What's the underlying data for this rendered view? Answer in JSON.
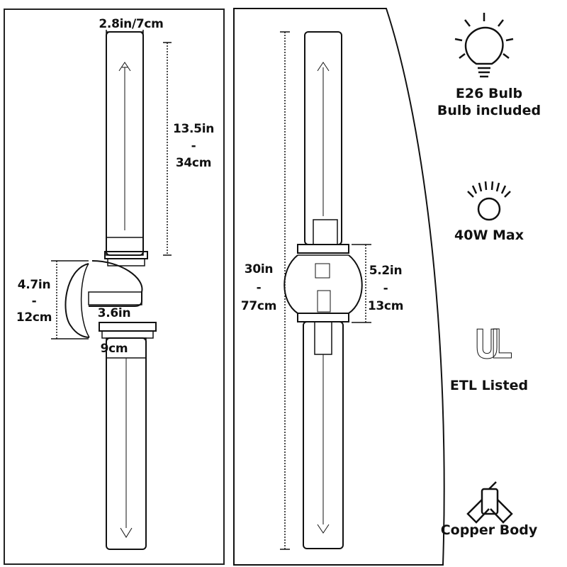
{
  "dimensions": {
    "width_top": "2.8in/7cm",
    "tube_height_in": "13.5in",
    "tube_height_dash": "-",
    "tube_height_cm": "34cm",
    "backplate_in": "4.7in",
    "backplate_dash": "-",
    "backplate_cm": "12cm",
    "extension_in": "3.6in",
    "extension_cm": "9cm",
    "total_in": "30in",
    "total_dash": "-",
    "total_cm": "77cm",
    "center_in": "5.2in",
    "center_dash": "-",
    "center_cm": "13cm"
  },
  "features": [
    {
      "icon": "light-bulb-icon",
      "line1": "E26 Bulb",
      "line2": "Bulb included"
    },
    {
      "icon": "wattage-icon",
      "line1": "40W Max"
    },
    {
      "icon": "ul-logo",
      "logo_text": "UL",
      "line1": "ETL Listed"
    },
    {
      "icon": "copper-body-icon",
      "line1": "Copper Body"
    }
  ]
}
